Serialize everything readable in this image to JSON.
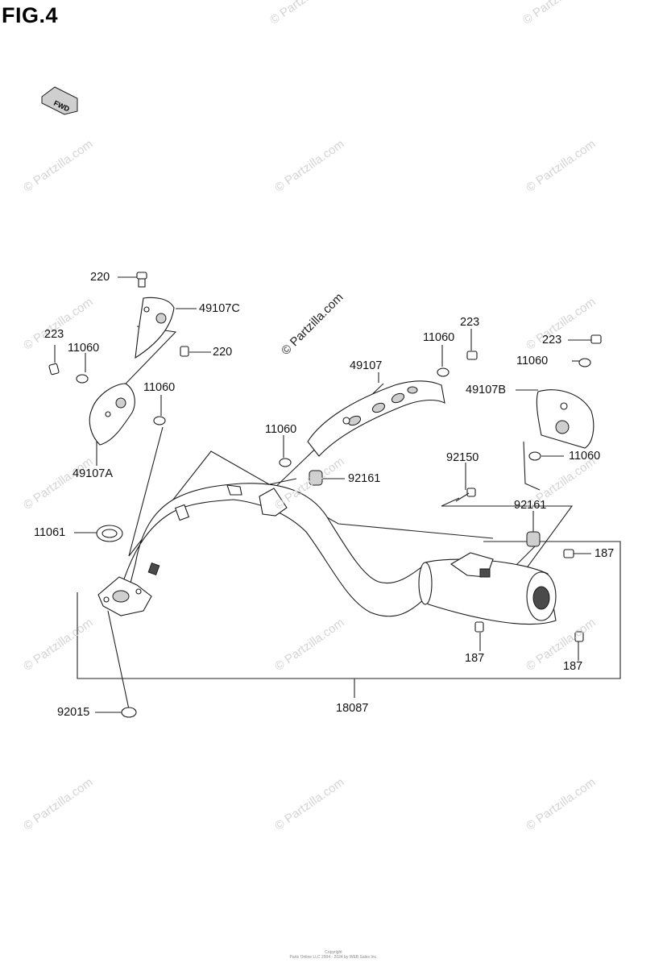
{
  "figure": {
    "title": "FIG.4",
    "fwd_label": "FWD",
    "watermark": "© Partzilla.com",
    "center_watermark": "© Partzilla.com",
    "footer_line1": "Copyright",
    "footer_line2": "Parts Online LLC 2004 - 2024 by WEB Sales Inc."
  },
  "callouts": {
    "c220a": "220",
    "c49107c": "49107C",
    "c220b": "220",
    "c223a": "223",
    "c11060a": "11060",
    "c11060b": "11060",
    "c49107a": "49107A",
    "c11060c": "11060",
    "c49107": "49107",
    "c11060d": "11060",
    "c223b": "223",
    "c223c": "223",
    "c11060e": "11060",
    "c49107b": "49107B",
    "c11060f": "11060",
    "c92161a": "92161",
    "c92150": "92150",
    "c92161b": "92161",
    "c11061": "11061",
    "c187a": "187",
    "c187b": "187",
    "c187c": "187",
    "c92015": "92015",
    "c18087": "18087"
  }
}
